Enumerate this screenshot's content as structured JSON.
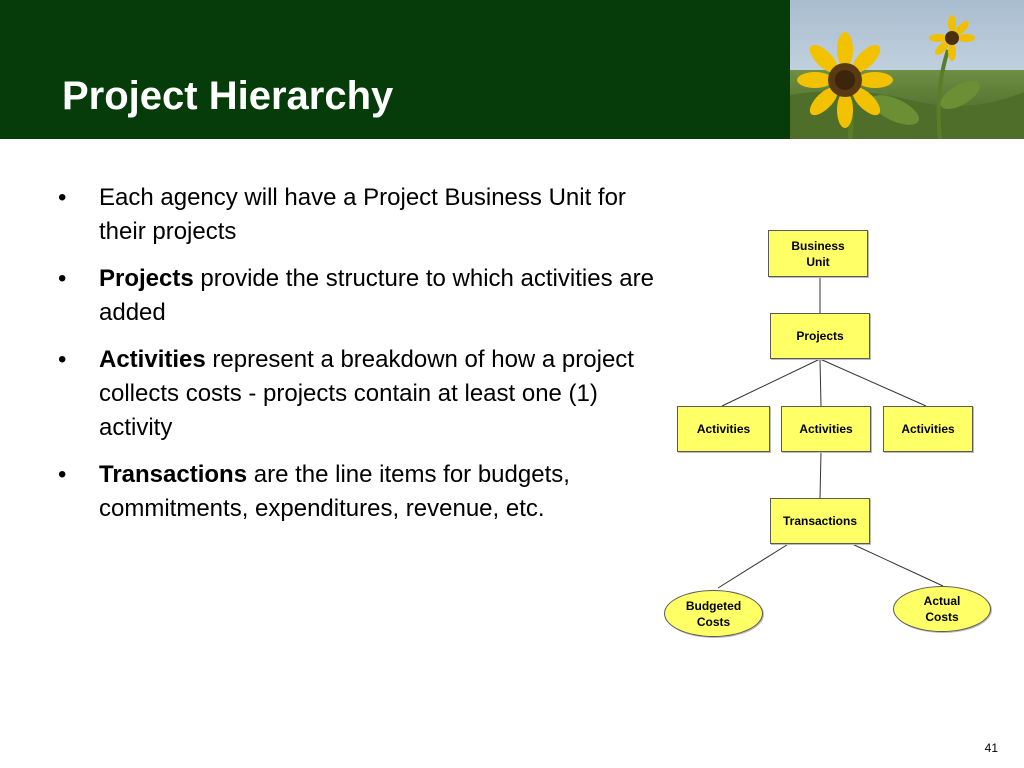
{
  "slide": {
    "title": "Project Hierarchy",
    "header_color": "#063c09",
    "header_image_icon": "sunflower-photo",
    "bullet_glyph": "•",
    "bullets": [
      {
        "bold": "",
        "text": "Each agency will have a Project Business Unit for their projects"
      },
      {
        "bold": "Projects",
        "text": " provide the structure to which activities are added"
      },
      {
        "bold": "Activities",
        "text": " represent a breakdown of how a project collects costs - projects contain at least one (1) activity"
      },
      {
        "bold": "Transactions",
        "text": " are the line items for budgets, commitments, expenditures, revenue, etc."
      }
    ],
    "page_number": "41"
  },
  "diagram": {
    "box_color": "#ffff66",
    "nodes": {
      "business_unit": "Business Unit",
      "projects": "Projects",
      "activities_1": "Activities",
      "activities_2": "Activities",
      "activities_3": "Activities",
      "transactions": "Transactions",
      "budgeted_costs": "Budgeted Costs",
      "actual_costs": "Actual Costs"
    }
  }
}
